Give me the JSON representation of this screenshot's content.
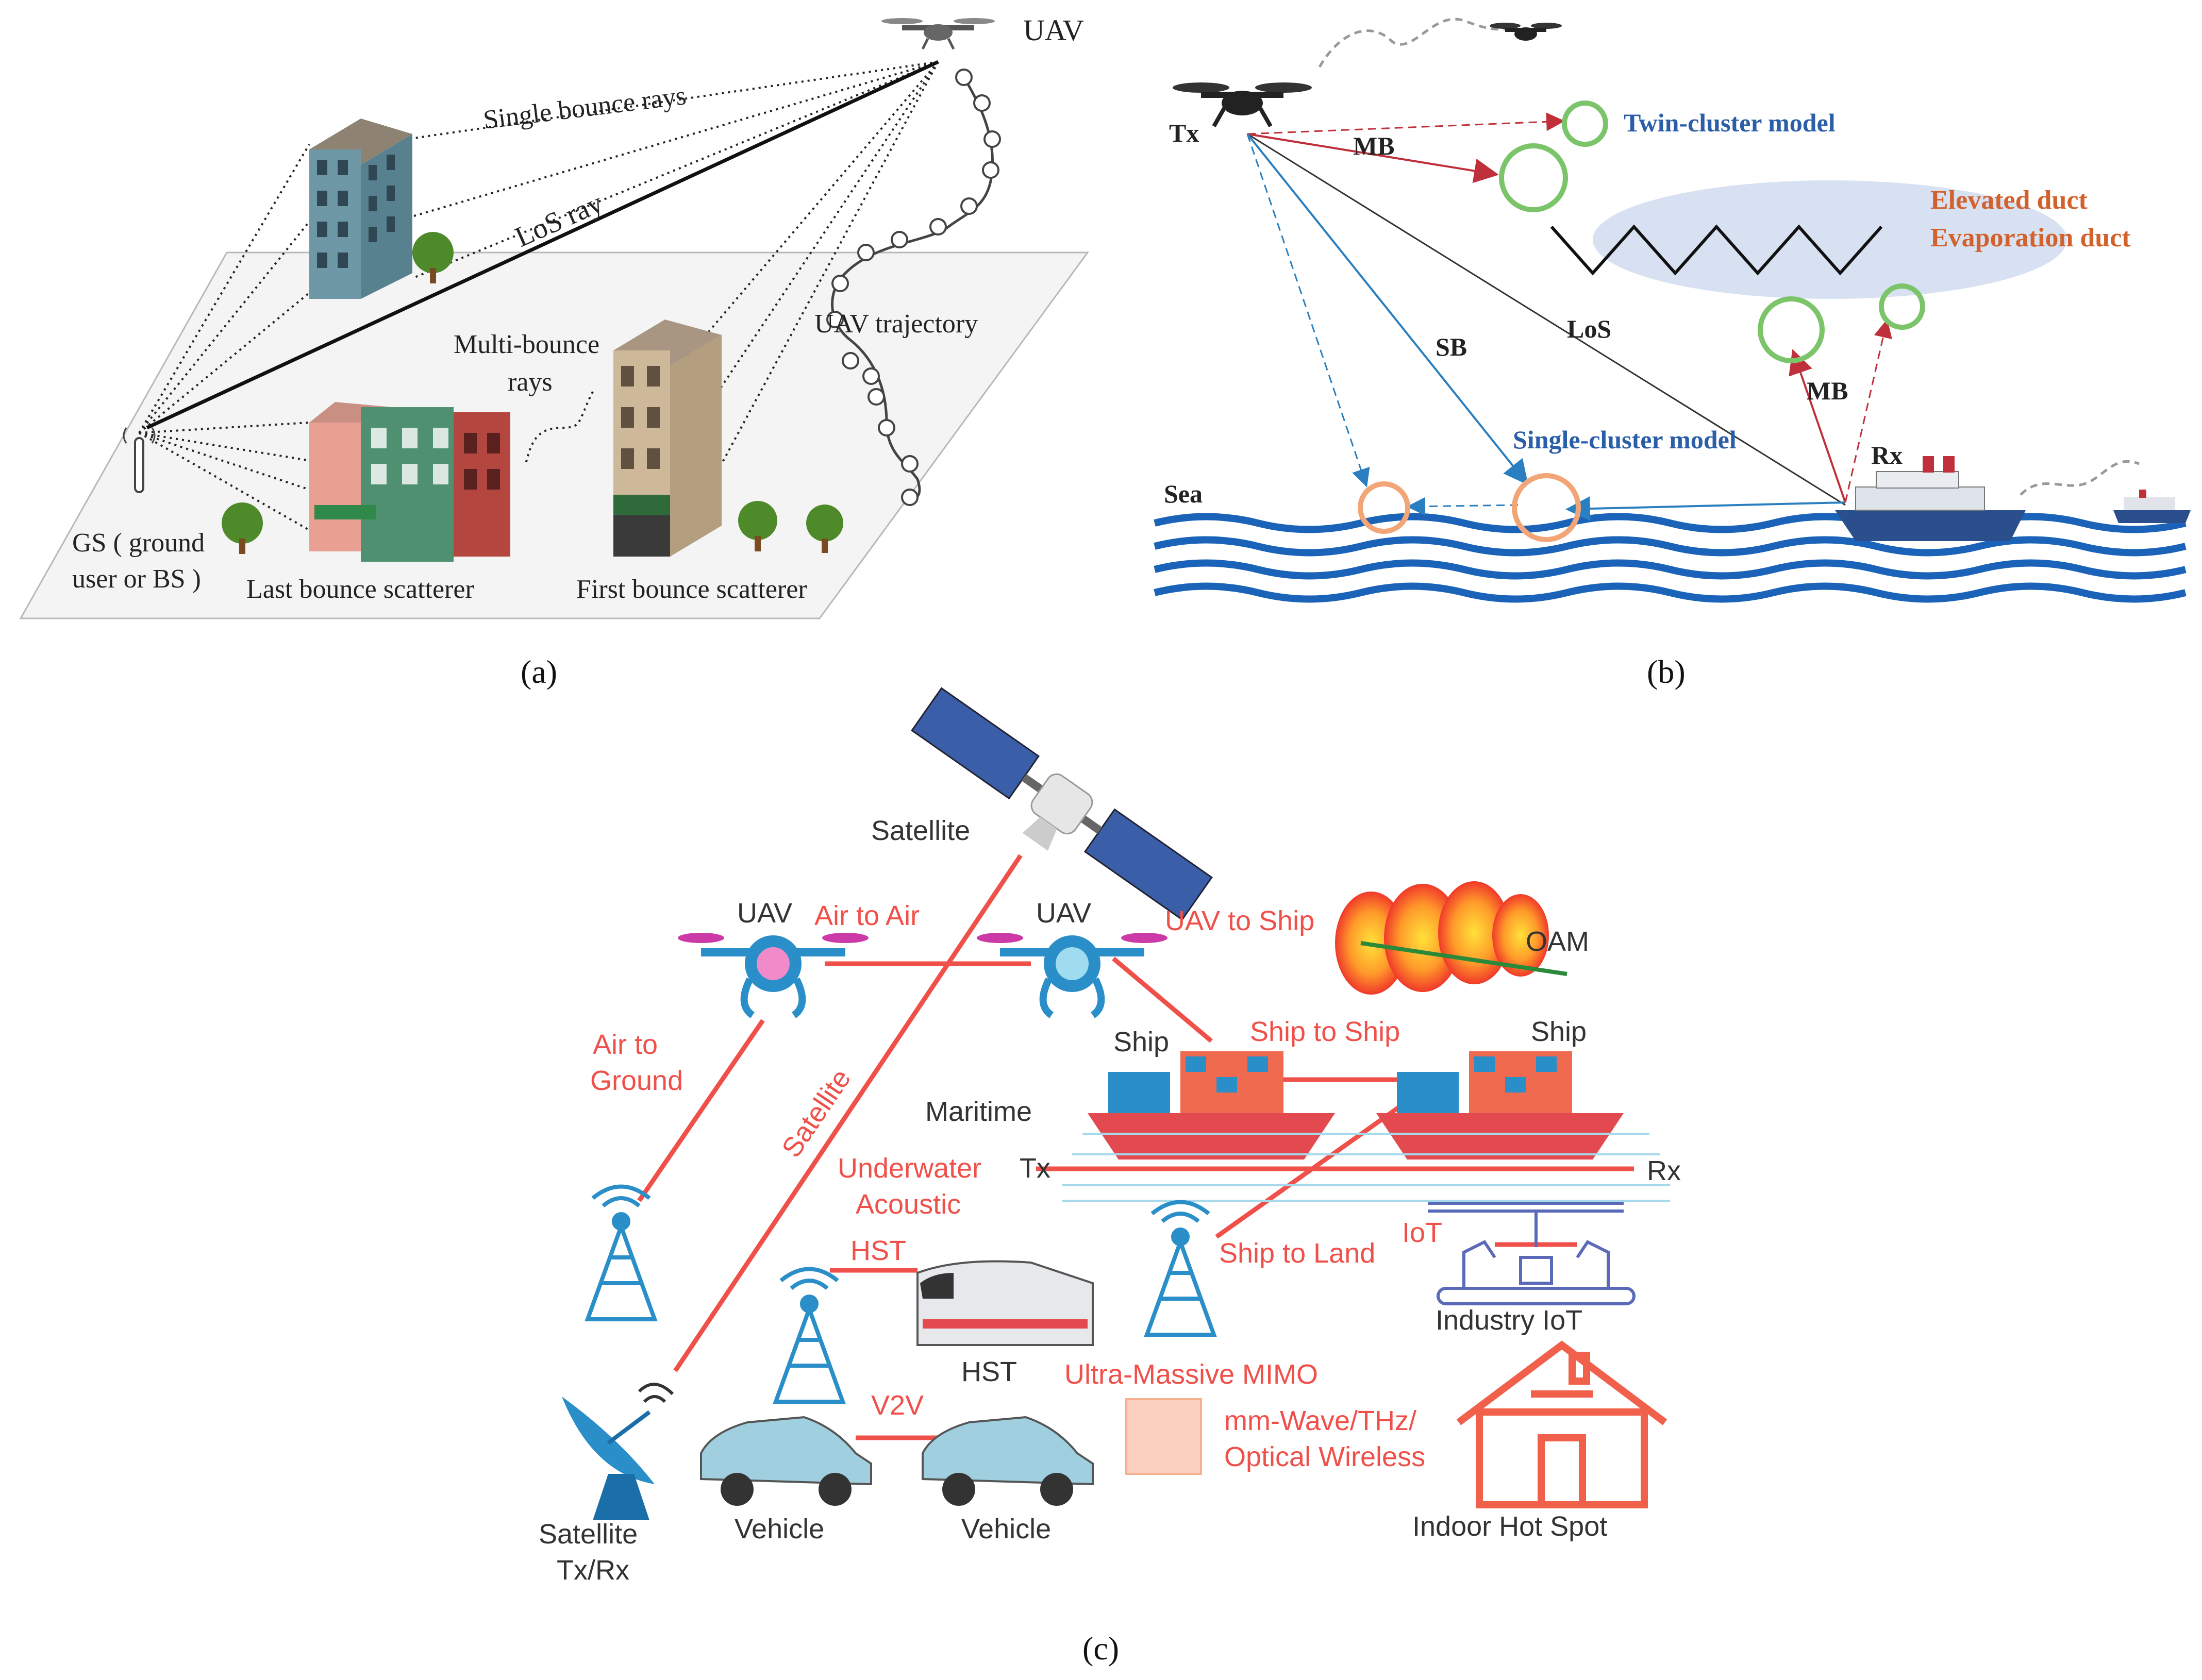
{
  "panel_a": {
    "caption": "(a)",
    "uav": "UAV",
    "single_bounce": "Single bounce rays",
    "los_ray": "LoS ray",
    "multi_bounce_1": "Multi-bounce",
    "multi_bounce_2": "rays",
    "uav_trajectory": "UAV trajectory",
    "gs_1": "GS ( ground",
    "gs_2": "user or BS )",
    "last_bounce": "Last bounce scatterer",
    "first_bounce": "First bounce scatterer"
  },
  "panel_b": {
    "caption": "(b)",
    "tx": "Tx",
    "mb_top": "MB",
    "twin_cluster": "Twin-cluster model",
    "elevated_duct": "Elevated duct",
    "evaporation_duct": "Evaporation duct",
    "sb": "SB",
    "los": "LoS",
    "mb_right": "MB",
    "single_cluster": "Single-cluster model",
    "rx": "Rx",
    "sea": "Sea"
  },
  "panel_c": {
    "caption": "(c)",
    "satellite": "Satellite",
    "uav_left": "UAV",
    "air_to_air": "Air to Air",
    "uav_right": "UAV",
    "uav_to_ship": "UAV to Ship",
    "oam": "OAM",
    "air_to_ground_1": "Air to",
    "air_to_ground_2": "Ground",
    "ship_left": "Ship",
    "ship_to_ship": "Ship to Ship",
    "ship_right": "Ship",
    "satellite_link": "Satellite",
    "maritime": "Maritime",
    "underwater_1": "Underwater",
    "underwater_2": "Acoustic",
    "tx": "Tx",
    "rx": "Rx",
    "hst_link": "HST",
    "hst": "HST",
    "ship_to_land": "Ship to Land",
    "iot": "IoT",
    "industry_iot": "Industry IoT",
    "ultra_mimo": "Ultra-Massive MIMO",
    "v2v": "V2V",
    "mmwave_1": "mm-Wave/THz/",
    "mmwave_2": "Optical Wireless",
    "vehicle_left": "Vehicle",
    "vehicle_right": "Vehicle",
    "satellite_txrx_1": "Satellite",
    "satellite_txrx_2": "Tx/Rx",
    "indoor": "Indoor Hot Spot"
  },
  "colors": {
    "red_label": "#f0504a",
    "blue_label": "#2b5ea8",
    "orange_label": "#d2612b",
    "sea_blue": "#1a63b8",
    "tower_blue": "#2a8fc8"
  }
}
